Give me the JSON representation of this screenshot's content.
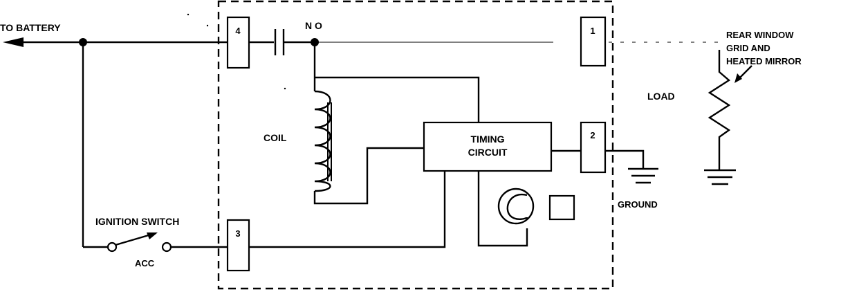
{
  "labels": {
    "battery": "TO BATTERY",
    "normally_open": "N O",
    "coil": "COIL",
    "timing_line1": "TIMING",
    "timing_line2": "CIRCUIT",
    "load": "LOAD",
    "load_desc_line1": "REAR WINDOW",
    "load_desc_line2": "GRID AND",
    "load_desc_line3": "HEATED MIRROR",
    "ignition": "IGNITION SWITCH",
    "acc": "ACC",
    "ground": "GROUND"
  },
  "terminals": {
    "t1": "1",
    "t2": "2",
    "t3": "3",
    "t4": "4"
  },
  "icons": [
    "battery-arrow-icon",
    "relay-contact-icon",
    "coil-icon",
    "lamp-icon",
    "resistor-icon",
    "ground-icon",
    "switch-icon"
  ]
}
